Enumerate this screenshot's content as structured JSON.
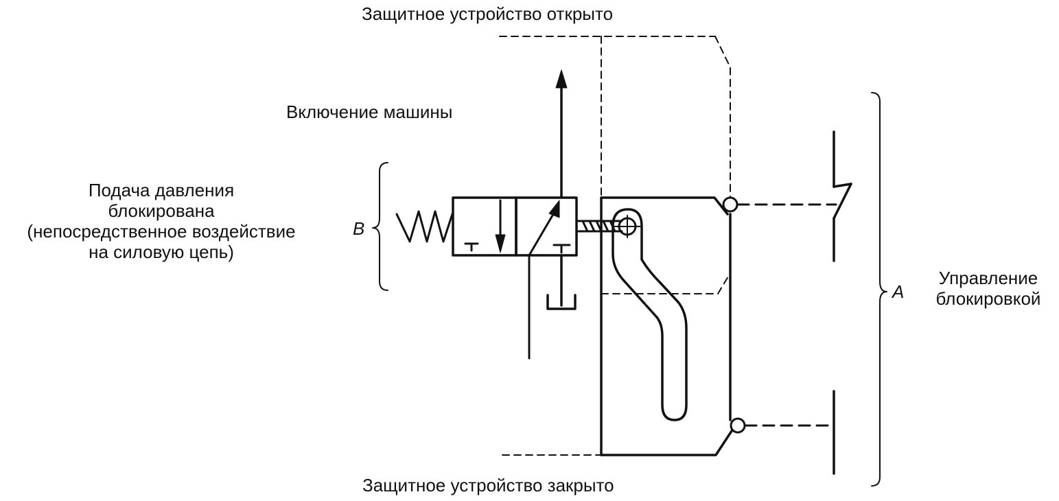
{
  "labels": {
    "guard_open": "Защитное устройство открыто",
    "guard_closed": "Защитное устройство закрыто",
    "machine_on": "Включение машины",
    "pressure_blocked": [
      "Подача давления",
      "блокирована",
      "(непосредственное воздействие",
      "на силовую цепь)"
    ],
    "letter_b": "B",
    "letter_a": "A",
    "interlock_control": [
      "Управление",
      "блокировкой"
    ]
  },
  "colors": {
    "line": "#111111",
    "background": "#ffffff"
  }
}
